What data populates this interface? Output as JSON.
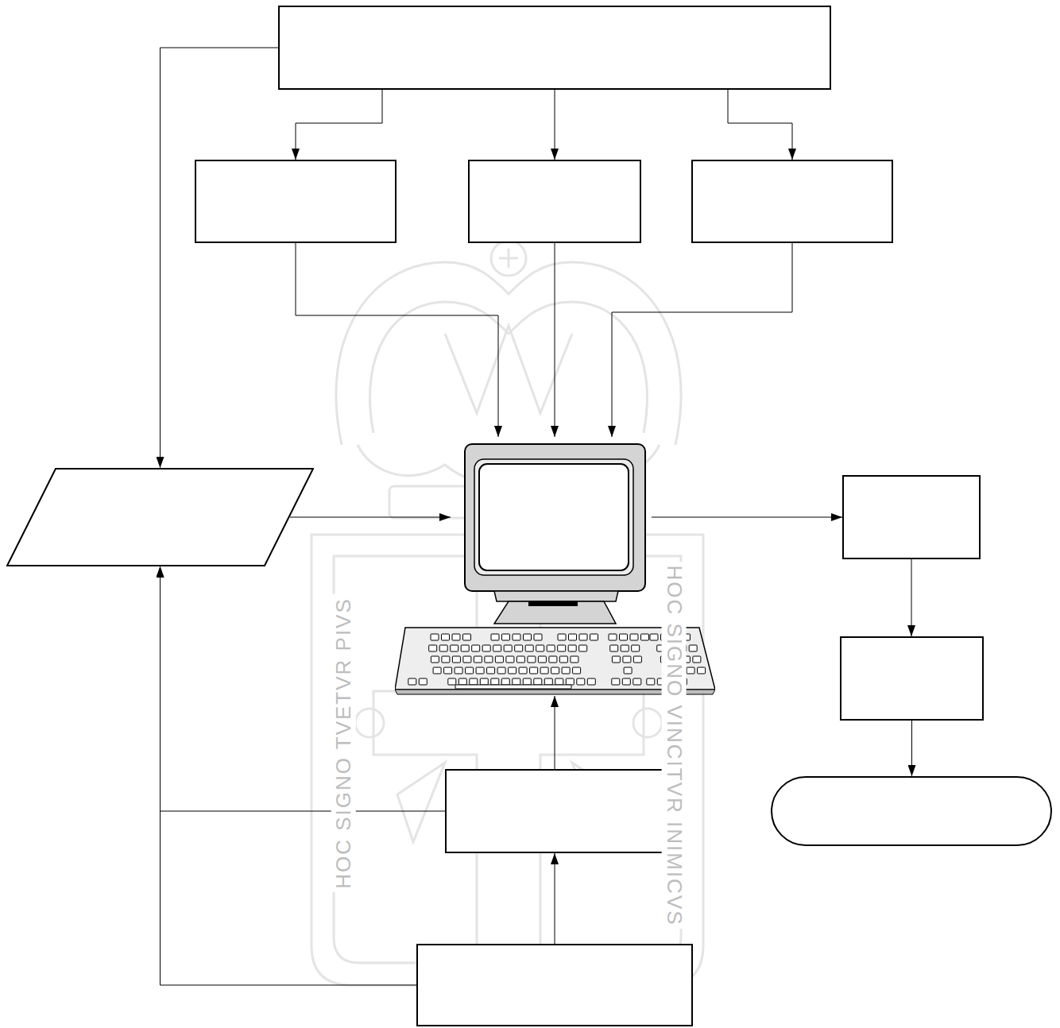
{
  "diagram": {
    "nodes": [
      {
        "text": []
      },
      {
        "text": []
      },
      {
        "text": []
      },
      {
        "text": []
      },
      {
        "text": []
      },
      {
        "text": []
      },
      {
        "text": []
      },
      {
        "text": []
      },
      {
        "text": []
      },
      {
        "text": []
      },
      {
        "text": []
      }
    ],
    "edges": [
      {
        "from": 0,
        "to": 4,
        "arrow": "to"
      },
      {
        "from": 0,
        "to": 1,
        "arrow": "to"
      },
      {
        "from": 0,
        "to": 2,
        "arrow": "to"
      },
      {
        "from": 0,
        "to": 3,
        "arrow": "to"
      },
      {
        "from": 1,
        "to": 5,
        "arrow": "to"
      },
      {
        "from": 2,
        "to": 5,
        "arrow": "to"
      },
      {
        "from": 3,
        "to": 5,
        "arrow": "to"
      },
      {
        "from": 4,
        "to": 5,
        "arrow": "to"
      },
      {
        "from": 5,
        "to": 6,
        "arrow": "to"
      },
      {
        "from": 6,
        "to": 7,
        "arrow": "to"
      },
      {
        "from": 7,
        "to": 8,
        "arrow": "to"
      },
      {
        "from": 9,
        "to": 5,
        "arrow": "to"
      },
      {
        "from": 10,
        "to": 9,
        "arrow": "to"
      },
      {
        "from": 9,
        "to": 4,
        "arrow": "to"
      },
      {
        "from": 10,
        "to": 4,
        "arrow": "to"
      }
    ],
    "labels": [
      "HOC SIGNO TVETVR PIVS",
      "HOC SIGNO VINCITVR INIMICVS"
    ]
  }
}
